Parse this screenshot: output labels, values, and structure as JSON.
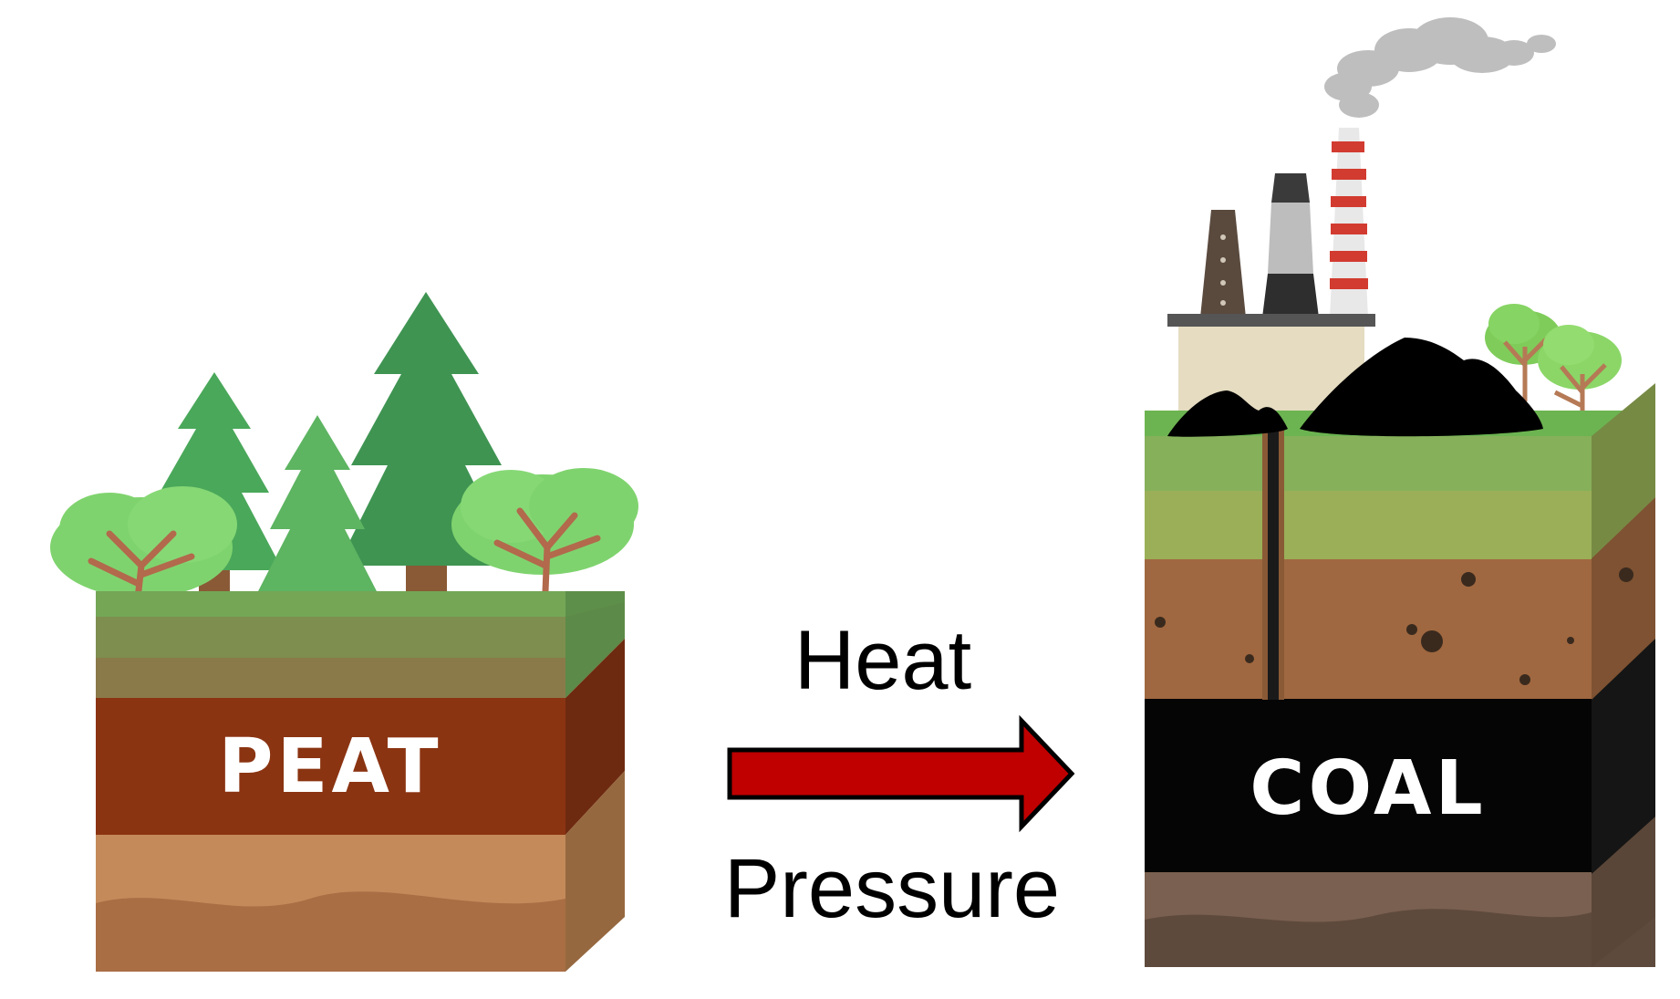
{
  "peat_block": {
    "label": "PEAT"
  },
  "coal_block": {
    "label": "COAL"
  },
  "process": {
    "top_label": "Heat",
    "bottom_label": "Pressure"
  },
  "colors": {
    "peat_layer": "#8B3412",
    "coal_layer": "#050505",
    "arrow_fill": "#C00000",
    "grass_top": "#74A656",
    "tree_dark": "#3F9452",
    "tree_mid": "#5DB461",
    "tree_light": "#7FD36E",
    "soil_brown": "#A06840",
    "smoke": "#BEBEBE"
  },
  "icons": {
    "left_vegetation": "conifer-and-deciduous-trees",
    "right_structure": "power-plant-with-chimneys",
    "coal_piles": "coal-heap"
  }
}
